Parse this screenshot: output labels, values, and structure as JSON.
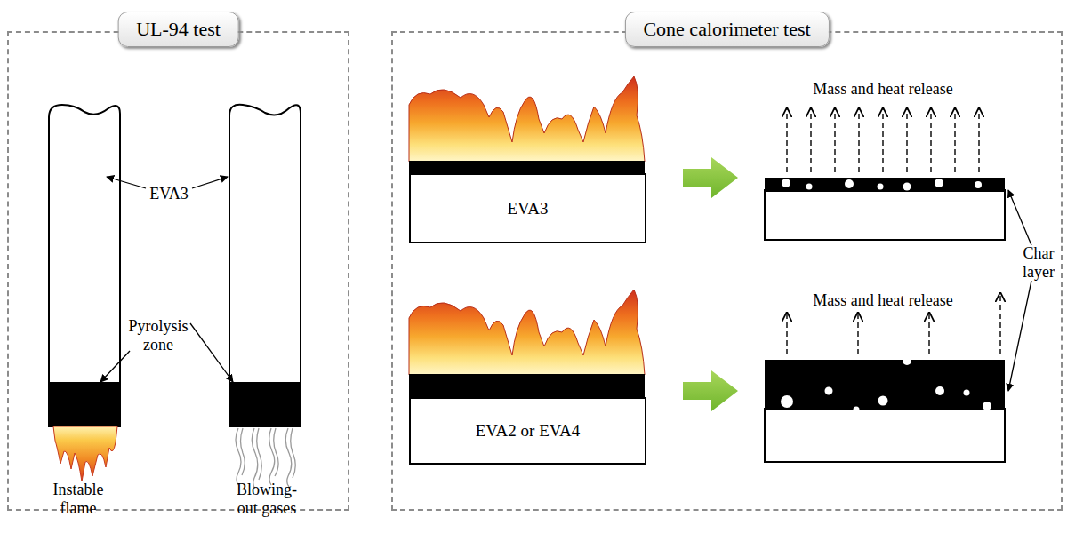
{
  "diagram": {
    "nodes": [
      {
        "text": [
          "UL-94 test"
        ]
      },
      {
        "text": [
          "Cone calorimeter test"
        ]
      },
      {
        "text": [
          "EVA3"
        ],
        "in": 1
      },
      {
        "text": [
          "EVA2 or EVA4"
        ],
        "in": 1
      }
    ],
    "labels": [
      "EVA3",
      "Pyrolysis zone",
      "Instable flame",
      "Blowing-out gases",
      "Mass and heat release",
      "Mass and heat release",
      "Char layer"
    ]
  }
}
